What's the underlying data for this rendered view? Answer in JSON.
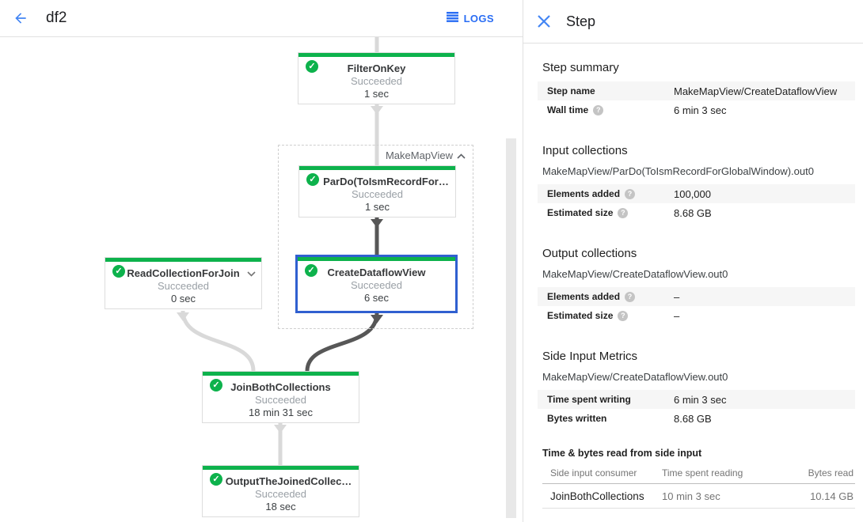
{
  "topbar": {
    "title": "df2",
    "logs_label": "LOGS"
  },
  "colors": {
    "green": "#0db24c",
    "selection_blue": "#3060d0",
    "link_blue": "#2a6df4",
    "edge_light": "#d9d9d9",
    "edge_dark": "#575757"
  },
  "graph": {
    "group_label": "MakeMapView",
    "nodes": [
      {
        "title": "FilterOnKey",
        "status": "Succeeded",
        "time": "1 sec"
      },
      {
        "title": "ParDo(ToIsmRecordFor…",
        "status": "Succeeded",
        "time": "1 sec"
      },
      {
        "title": "CreateDataflowView",
        "status": "Succeeded",
        "time": "6 sec"
      },
      {
        "title": "ReadCollectionForJoin",
        "status": "Succeeded",
        "time": "0 sec"
      },
      {
        "title": "JoinBothCollections",
        "status": "Succeeded",
        "time": "18 min 31 sec"
      },
      {
        "title": "OutputTheJoinedCollec…",
        "status": "Succeeded",
        "time": "18 sec"
      }
    ]
  },
  "panel": {
    "title": "Step",
    "step_summary": {
      "heading": "Step summary",
      "rows": [
        {
          "label": "Step name",
          "value": "MakeMapView/CreateDataflowView"
        },
        {
          "label": "Wall time",
          "value": "6 min 3 sec"
        }
      ]
    },
    "input_collections": {
      "heading": "Input collections",
      "collection": "MakeMapView/ParDo(ToIsmRecordForGlobalWindow).out0",
      "rows": [
        {
          "label": "Elements added",
          "value": "100,000"
        },
        {
          "label": "Estimated size",
          "value": "8.68 GB"
        }
      ]
    },
    "output_collections": {
      "heading": "Output collections",
      "collection": "MakeMapView/CreateDataflowView.out0",
      "rows": [
        {
          "label": "Elements added",
          "value": "–"
        },
        {
          "label": "Estimated size",
          "value": "–"
        }
      ]
    },
    "side_input_metrics": {
      "heading": "Side Input Metrics",
      "collection": "MakeMapView/CreateDataflowView.out0",
      "rows": [
        {
          "label": "Time spent writing",
          "value": "6 min 3 sec"
        },
        {
          "label": "Bytes written",
          "value": "8.68 GB"
        }
      ]
    },
    "side_input_table": {
      "heading": "Time & bytes read from side input",
      "columns": [
        "Side input consumer",
        "Time spent reading",
        "Bytes read"
      ],
      "rows": [
        {
          "consumer": "JoinBothCollections",
          "time": "10 min 3 sec",
          "bytes": "10.14 GB"
        }
      ]
    }
  }
}
